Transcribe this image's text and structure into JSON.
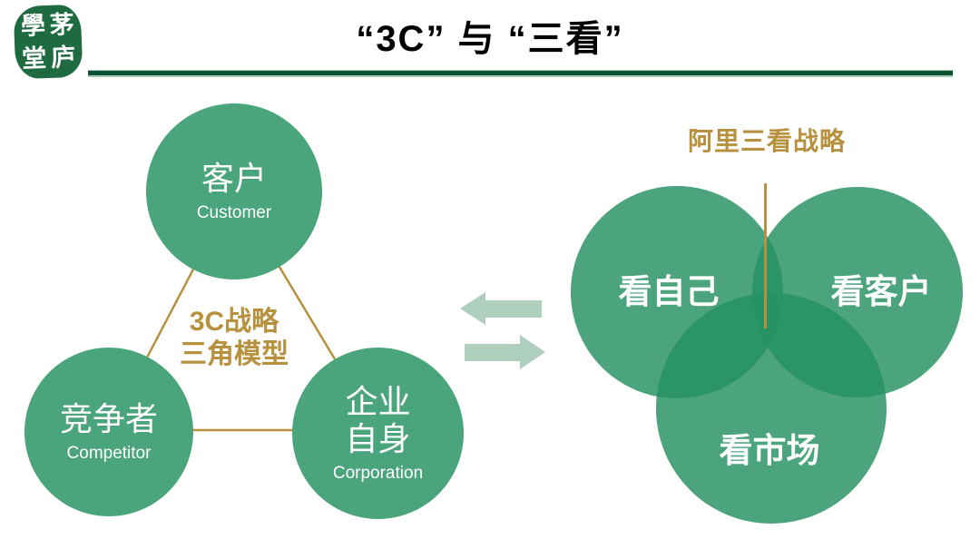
{
  "colors": {
    "circle_green": "#4ba57c",
    "venn_green": "rgba(39,146,99,0.83)",
    "gold": "#b8913e",
    "title_underline": "#0b5132",
    "underline_light": "#a5cab6",
    "arrow_green": "#aecfbd",
    "logo_green": "#1e6b41",
    "title_color": "#000000"
  },
  "logo": {
    "chars": [
      "學",
      "茅",
      "堂",
      "庐"
    ]
  },
  "header": {
    "title": "“3C” 与 “三看”"
  },
  "left_diagram": {
    "center_label_line1": "3C战略",
    "center_label_line2": "三角模型",
    "top_circle": {
      "zh": "客户",
      "en": "Customer"
    },
    "bottom_left_circle": {
      "zh": "竞争者",
      "en": "Competitor"
    },
    "bottom_right_circle": {
      "zh_line1": "企业",
      "zh_line2": "自身",
      "en": "Corporation"
    }
  },
  "right_diagram": {
    "label": "阿里三看战略",
    "left_circle": "看自己",
    "right_circle": "看客户",
    "bottom_circle": "看市场"
  }
}
